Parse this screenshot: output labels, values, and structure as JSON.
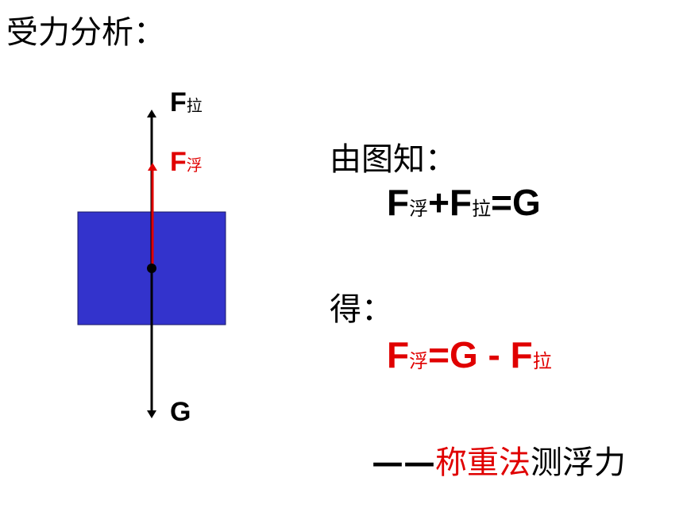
{
  "title": "受力分析：",
  "diagram": {
    "block_color": "#3333cc",
    "arrow_color": "#000000",
    "buoyancy_color": "#e00000",
    "force_labels": {
      "tension": {
        "main": "F",
        "sub": "拉"
      },
      "buoyancy": {
        "main": "F",
        "sub": "浮"
      },
      "gravity": {
        "main": "G"
      }
    }
  },
  "text": {
    "intro": "由图知：",
    "equation1": {
      "f1": "F",
      "f1_sub": "浮",
      "plus": "+",
      "f2": "F",
      "f2_sub": "拉",
      "eq": "=",
      "rhs": "G"
    },
    "result_label": "得：",
    "equation2": {
      "f1": "F",
      "f1_sub": "浮",
      "eq": "=",
      "g": "G",
      "minus": " - ",
      "f2": "F",
      "f2_sub": "拉"
    },
    "footer": {
      "dash": "——",
      "method": "称重法",
      "rest": "测浮力"
    }
  }
}
